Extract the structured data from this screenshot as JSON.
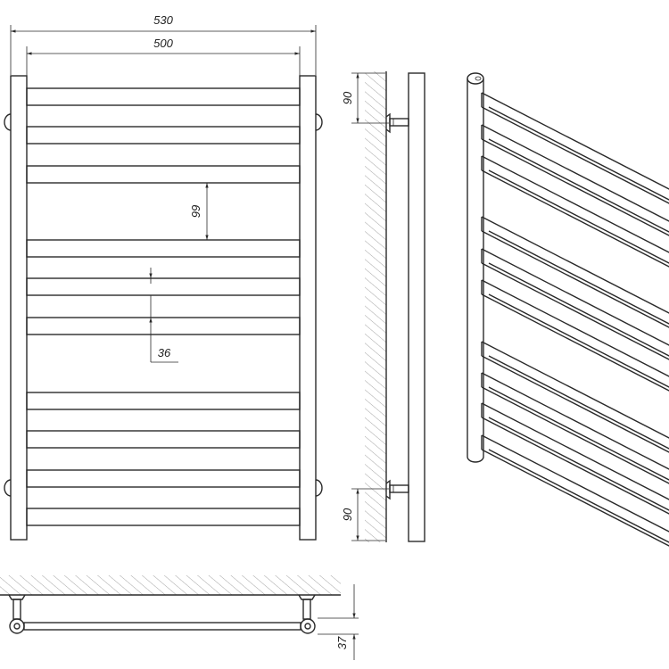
{
  "drawing": {
    "dimensions": {
      "overall_width": "530",
      "bar_width": "500",
      "gap_large": "99",
      "bar_height": "36",
      "top_offset": "90",
      "bottom_offset": "90",
      "depth": "37"
    }
  }
}
